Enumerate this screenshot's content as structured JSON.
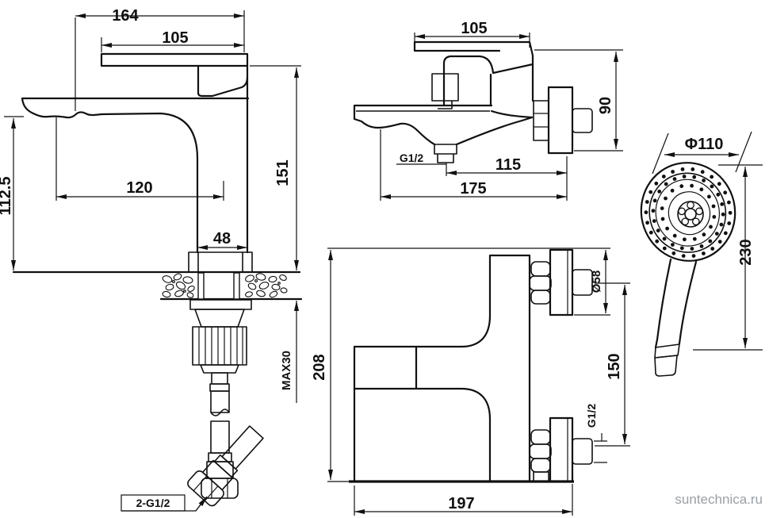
{
  "watermark": {
    "text": "suntechnica.ru",
    "color": "#9aa0a6"
  },
  "line_color": "#111111",
  "views": {
    "basin_faucet_side": {
      "title": "basin faucet side view",
      "dims": {
        "overall_width": "164",
        "spout_reach": "105",
        "height_right": "151",
        "body_height": "112.5",
        "spout_projection": "120",
        "base_width": "48",
        "max_deck_thickness": "MAX30",
        "hose_thread": "2-G1/2"
      }
    },
    "bath_mixer_side": {
      "title": "bath mixer side view",
      "dims": {
        "handle_width": "105",
        "body_height": "90",
        "outlet_thread": "G1/2",
        "outlet_offset": "115",
        "overall_depth": "175"
      }
    },
    "bath_mixer_front": {
      "title": "bath mixer front view",
      "dims": {
        "overall_height": "208",
        "overall_width": "197",
        "connection_spacing": "150",
        "escutcheon_diameter": "Ø58",
        "connector_thread": "G1/2"
      }
    },
    "hand_shower": {
      "title": "hand shower",
      "dims": {
        "head_diameter": "Φ110",
        "length": "230"
      }
    }
  }
}
